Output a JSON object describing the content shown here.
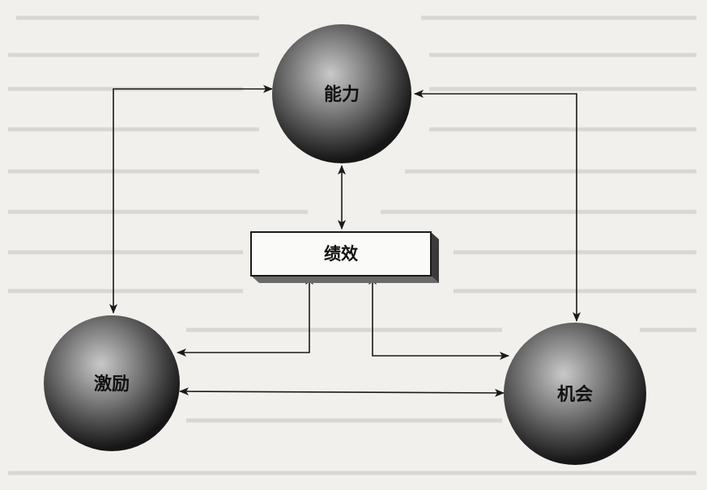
{
  "diagram": {
    "nodes": {
      "ability": {
        "label": "能力"
      },
      "motivation": {
        "label": "激励"
      },
      "opportunity": {
        "label": "机会"
      },
      "performance": {
        "label": "绩效"
      }
    }
  }
}
